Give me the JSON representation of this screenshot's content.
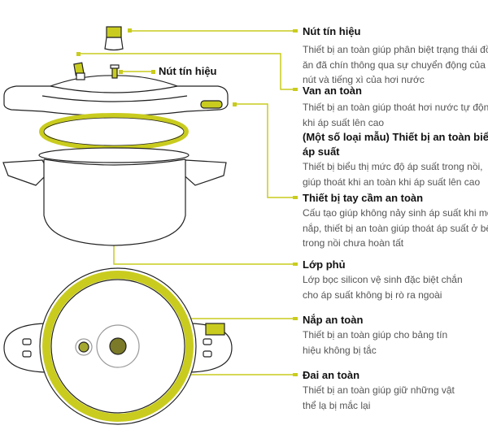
{
  "colors": {
    "accent": "#c9cc1e",
    "text": "#111111",
    "body_text": "#555555",
    "outline": "#222222"
  },
  "inline_label": "Nút tín hiệu",
  "parts": [
    {
      "title": "Nút tín hiệu",
      "lines": [
        "Thiết bị an toàn giúp phân biệt trạng thái đồ",
        "ăn đã chín thông qua sự chuyển động của",
        "nút và tiếng xì của hơi nước"
      ]
    },
    {
      "title": "Van an toàn",
      "lines": [
        "Thiết bị an toàn giúp thoát hơi nước tự động",
        "khi áp suất lên cao"
      ],
      "subtitle": [
        "(Một số loại mẫu) Thiết bị an toàn biểu thị",
        "áp suất"
      ],
      "sublines": [
        "Thiết bị biểu thị mức độ áp suất trong nồi,",
        "giúp thoát khi an toàn khi áp suất lên cao"
      ]
    },
    {
      "title": "Thiết bị tay cầm an toàn",
      "lines": [
        "Cấu tạo giúp không nảy sinh áp suất khi mở",
        "nắp, thiết bị an toàn giúp thoát áp suất ở bên",
        "trong nồi chưa hoàn tất"
      ]
    },
    {
      "title": "Lớp phủ",
      "lines": [
        "Lớp bọc silicon vệ sinh đặc biệt chắn",
        "cho áp suất không bị rò ra ngoài"
      ]
    },
    {
      "title": "Nắp an toàn",
      "lines": [
        "Thiết bị an toàn giúp cho bảng tín",
        "hiệu không bị tắc"
      ]
    },
    {
      "title": "Đai an toàn",
      "lines": [
        "Thiết bị an toàn giúp giữ những vật",
        "thể lạ bị mắc lại"
      ]
    }
  ]
}
